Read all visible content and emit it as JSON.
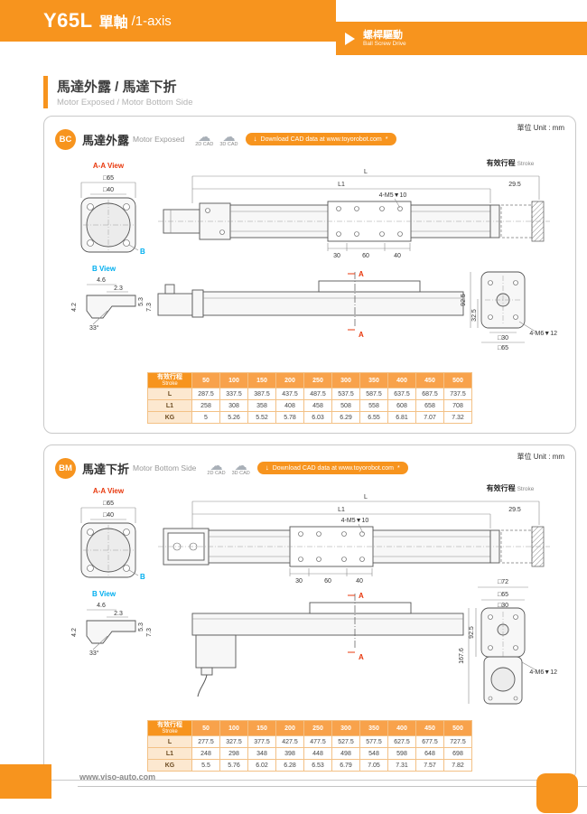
{
  "header": {
    "model": "Y65L",
    "axis_cn": "單軸",
    "axis_en": "/1-axis",
    "drive_cn": "螺桿驅動",
    "drive_en": "Ball Screw Drive"
  },
  "section": {
    "title_cn": "馬達外露 / 馬達下折",
    "title_en": "Motor Exposed / Motor Bottom Side"
  },
  "footer": {
    "url": "www.viso-auto.com"
  },
  "panels": [
    {
      "badge": "BC",
      "name_cn": "馬達外露",
      "name_en": "Motor Exposed",
      "unit": "單位 Unit : mm",
      "cad2d": "2D CAD",
      "cad3d": "3D CAD",
      "download": "Download CAD data at www.toyorobot.com",
      "views": {
        "aa_label": "A-A View",
        "aa_d65": "□65",
        "aa_d40": "□40",
        "b_ref": "B",
        "b_label": "B View",
        "b_d46": "4.6",
        "b_d23": "2.3",
        "b_d42": "4.2",
        "b_d53": "5.3",
        "b_d73": "7.3",
        "b_ang": "33°",
        "stroke_cn": "有效行程",
        "stroke_en": "Stroke",
        "L": "L",
        "L1": "L1",
        "d295": "29.5",
        "top_tap": "4-M5▼10",
        "d30": "30",
        "d60": "60",
        "d40": "40",
        "sec_a": "A",
        "s925": "92.5",
        "s325": "32.5",
        "s30": "□30",
        "s65": "□65",
        "side_tap": "4-M6▼12"
      },
      "table": {
        "header_cn": "有效行程",
        "header_en": "Stroke",
        "columns": [
          "50",
          "100",
          "150",
          "200",
          "250",
          "300",
          "350",
          "400",
          "450",
          "500"
        ],
        "rows": [
          {
            "label": "L",
            "values": [
              "287.5",
              "337.5",
              "387.5",
              "437.5",
              "487.5",
              "537.5",
              "587.5",
              "637.5",
              "687.5",
              "737.5"
            ]
          },
          {
            "label": "L1",
            "values": [
              "258",
              "308",
              "358",
              "408",
              "458",
              "508",
              "558",
              "608",
              "658",
              "708"
            ]
          },
          {
            "label": "KG",
            "values": [
              "5",
              "5.26",
              "5.52",
              "5.78",
              "6.03",
              "6.29",
              "6.55",
              "6.81",
              "7.07",
              "7.32"
            ]
          }
        ]
      }
    },
    {
      "badge": "BM",
      "name_cn": "馬達下折",
      "name_en": "Motor Bottom Side",
      "unit": "單位 Unit : mm",
      "cad2d": "2D CAD",
      "cad3d": "3D CAD",
      "download": "Download CAD data at www.toyorobot.com",
      "views": {
        "aa_label": "A-A View",
        "aa_d65": "□65",
        "aa_d40": "□40",
        "b_ref": "B",
        "b_label": "B View",
        "b_d46": "4.6",
        "b_d23": "2.3",
        "b_d42": "4.2",
        "b_d53": "5.3",
        "b_d73": "7.3",
        "b_ang": "33°",
        "stroke_cn": "有效行程",
        "stroke_en": "Stroke",
        "L": "L",
        "L1": "L1",
        "d295": "29.5",
        "top_tap": "4-M5▼10",
        "d30": "30",
        "d60": "60",
        "d40": "40",
        "sec_a": "A",
        "s72": "□72",
        "s65": "□65",
        "s30": "□30",
        "h1676": "167.6",
        "s925": "92.5",
        "side_tap": "4-M6▼12"
      },
      "table": {
        "header_cn": "有效行程",
        "header_en": "Stroke",
        "columns": [
          "50",
          "100",
          "150",
          "200",
          "250",
          "300",
          "350",
          "400",
          "450",
          "500"
        ],
        "rows": [
          {
            "label": "L",
            "values": [
              "277.5",
              "327.5",
              "377.5",
              "427.5",
              "477.5",
              "527.5",
              "577.5",
              "627.5",
              "677.5",
              "727.5"
            ]
          },
          {
            "label": "L1",
            "values": [
              "248",
              "298",
              "348",
              "398",
              "448",
              "498",
              "548",
              "598",
              "648",
              "698"
            ]
          },
          {
            "label": "KG",
            "values": [
              "5.5",
              "5.76",
              "6.02",
              "6.28",
              "6.53",
              "6.79",
              "7.05",
              "7.31",
              "7.57",
              "7.82"
            ]
          }
        ]
      }
    }
  ]
}
